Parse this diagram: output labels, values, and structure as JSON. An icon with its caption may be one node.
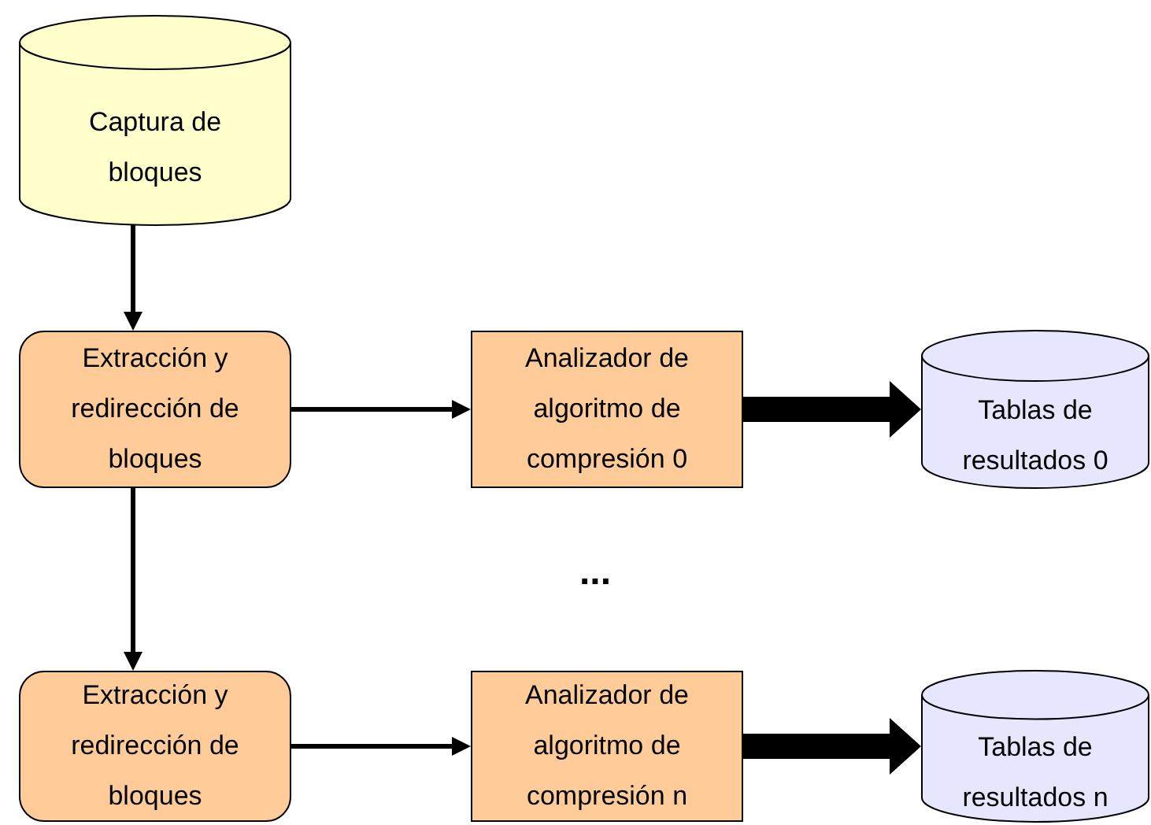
{
  "diagram": {
    "nodes": [
      {
        "text": [
          "Captura de bloques"
        ]
      },
      {
        "text": [
          "Extracción y redirección de bloques"
        ]
      },
      {
        "text": [
          "Analizador de algoritmo de compresión 0"
        ]
      },
      {
        "text": [
          "Tablas de resultados 0"
        ]
      },
      {
        "text": [
          "Extracción y redirección de bloques"
        ]
      },
      {
        "text": [
          "Analizador de algoritmo de compresión n"
        ]
      },
      {
        "text": [
          "Tablas de resultados n"
        ]
      }
    ],
    "edges": [
      {
        "from": 0,
        "to": 1,
        "arrow": "to"
      },
      {
        "from": 1,
        "to": 2,
        "arrow": "to"
      },
      {
        "from": 2,
        "to": 3,
        "arrow": "to",
        "style": "thick"
      },
      {
        "from": 1,
        "to": 4,
        "arrow": "to"
      },
      {
        "from": 4,
        "to": 5,
        "arrow": "to"
      },
      {
        "from": 5,
        "to": 6,
        "arrow": "to",
        "style": "thick"
      }
    ],
    "labels": [
      "..."
    ]
  }
}
